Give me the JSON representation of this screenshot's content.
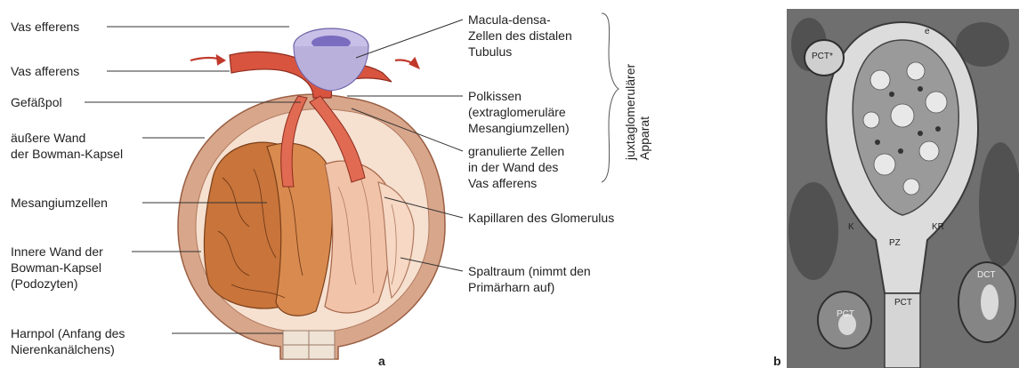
{
  "panel_a": {
    "labels_left": {
      "vas_efferens": "Vas efferens",
      "vas_afferens": "Vas afferens",
      "gefasspol": "Gefäßpol",
      "aussere_wand": "äußere Wand\nder Bowman-Kapsel",
      "mesangiumzellen": "Mesangiumzellen",
      "innere_wand": "Innere Wand der\nBowman-Kapsel\n(Podozyten)",
      "harnpol": "Harnpol (Anfang des\nNierenkanälchens)"
    },
    "labels_right": {
      "macula_densa": "Macula-densa-\nZellen des distalen\nTubulus",
      "polkissen": "Polkissen\n(extraglomeruläre\nMesangiumzellen)",
      "granulierte": "granulierte Zellen\nin der Wand des\nVas afferens",
      "kapillaren": "Kapillaren des Glomerulus",
      "spaltraum": "Spaltraum (nimmt den\nPrimärharn auf)"
    },
    "bracket_label": "juxtaglomerulärer\nApparat",
    "letter": "a"
  },
  "panel_b": {
    "letter": "b",
    "micro_labels": {
      "pct_star": "PCT*",
      "e": "e",
      "k": "K",
      "kr": "KR",
      "pz": "PZ",
      "pct_mid": "PCT",
      "pct_left": "PCT",
      "dct": "DCT"
    }
  },
  "colors": {
    "capsule_outer": "#d9a98e",
    "capsule_inner": "#f2d6c4",
    "podocytes": "#c9753a",
    "vessel": "#d8543f",
    "macula": "#a9a0cf",
    "micro_bg": "#6f6f6f"
  }
}
